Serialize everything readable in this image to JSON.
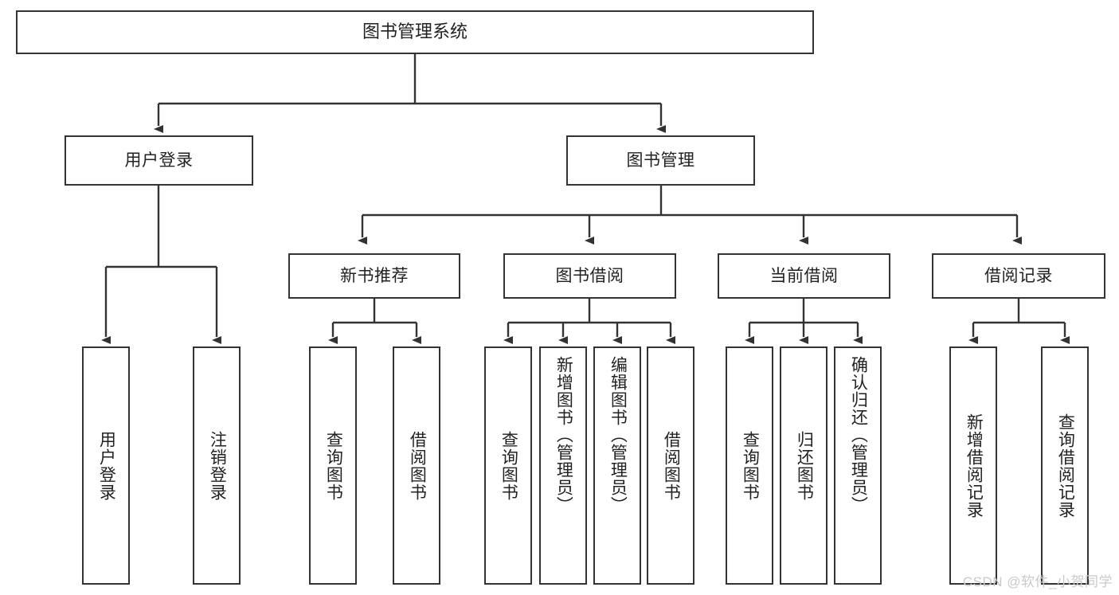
{
  "diagram": {
    "type": "tree",
    "title": "图书管理系统",
    "colors": {
      "box_border": "#333333",
      "box_fill": "#ffffff",
      "line": "#333333",
      "text": "#222222",
      "watermark": "#c9c9c9"
    },
    "root": {
      "label": "图书管理系统"
    },
    "level2": [
      {
        "label": "用户登录"
      },
      {
        "label": "图书管理"
      }
    ],
    "level3": [
      {
        "label": "新书推荐"
      },
      {
        "label": "图书借阅"
      },
      {
        "label": "当前借阅"
      },
      {
        "label": "借阅记录"
      }
    ],
    "leaves": {
      "user_login": [
        {
          "label": "用户登录"
        },
        {
          "label": "注销登录"
        }
      ],
      "new_book": [
        {
          "label": "查询图书"
        },
        {
          "label": "借阅图书"
        }
      ],
      "borrow_book": [
        {
          "label": "查询图书"
        },
        {
          "label": "新增图书（管理员）"
        },
        {
          "label": "编辑图书（管理员）"
        },
        {
          "label": "借阅图书"
        }
      ],
      "current_borrow": [
        {
          "label": "查询图书"
        },
        {
          "label": "归还图书"
        },
        {
          "label": "确认归还（管理员）"
        }
      ],
      "borrow_record": [
        {
          "label": "新增借阅记录"
        },
        {
          "label": "查询借阅记录"
        }
      ]
    }
  },
  "watermark": {
    "text": "CSDN @软件_小贺同学"
  }
}
